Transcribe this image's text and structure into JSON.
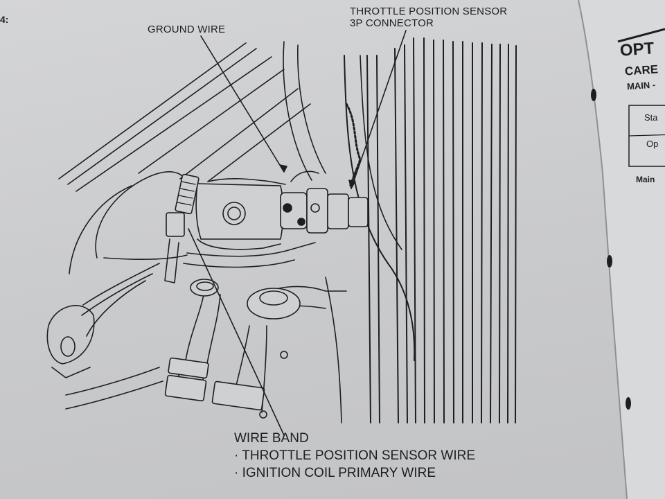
{
  "page": {
    "corner_mark": "4:"
  },
  "labels": {
    "ground_wire": "GROUND WIRE",
    "tps_connector_line1": "THROTTLE POSITION SENSOR",
    "tps_connector_line2": "3P CONNECTOR",
    "wire_band_title": "WIRE BAND",
    "wire_band_item1": "· THROTTLE POSITION SENSOR WIRE",
    "wire_band_item2": "· IGNITION COIL PRIMARY WIRE"
  },
  "facing_page": {
    "heading": "OPT",
    "subheading": "CARE",
    "subheading2": "MAIN -",
    "table_row1": "Sta",
    "table_row2": "Op",
    "note": "Main"
  },
  "colors": {
    "ink": "#1d1e20",
    "paper": "#cfd0d2"
  }
}
